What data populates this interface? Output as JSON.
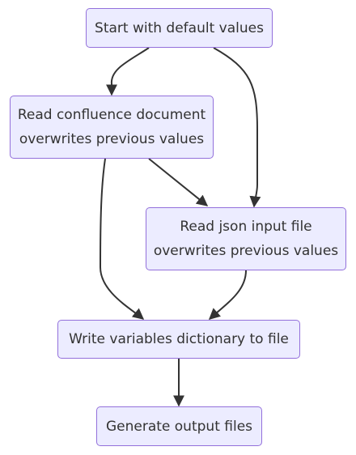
{
  "diagram": {
    "type": "flowchart",
    "nodes": {
      "start": {
        "line1": "Start with default values"
      },
      "confluence": {
        "line1": "Read confluence document",
        "line2": "overwrites previous values"
      },
      "json": {
        "line1": "Read json input file",
        "line2": "overwrites previous values"
      },
      "write": {
        "line1": "Write variables dictionary to file"
      },
      "generate": {
        "line1": "Generate output files"
      }
    },
    "edges": [
      {
        "from": "start",
        "to": "confluence"
      },
      {
        "from": "start",
        "to": "json"
      },
      {
        "from": "confluence",
        "to": "json"
      },
      {
        "from": "confluence",
        "to": "write"
      },
      {
        "from": "json",
        "to": "write"
      },
      {
        "from": "write",
        "to": "generate"
      }
    ],
    "colors": {
      "node_fill": "#ececff",
      "node_border": "#9370db",
      "edge": "#333333",
      "text": "#333333"
    }
  }
}
